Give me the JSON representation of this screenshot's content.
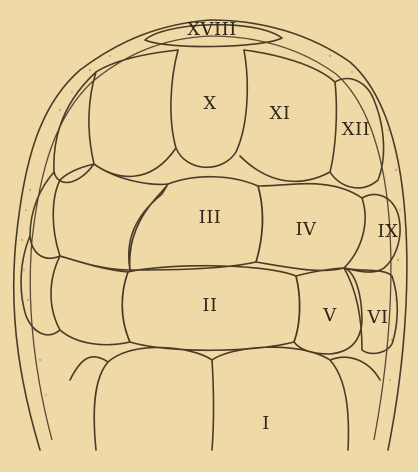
{
  "colors": {
    "paper": "#efd9a6",
    "ink": "#4a3b26",
    "text": "#2f2518"
  },
  "plates": [
    {
      "id": "I",
      "label": "I"
    },
    {
      "id": "II",
      "label": "II"
    },
    {
      "id": "III",
      "label": "III"
    },
    {
      "id": "IV",
      "label": "IV"
    },
    {
      "id": "V",
      "label": "V"
    },
    {
      "id": "VI",
      "label": "VI"
    },
    {
      "id": "IX",
      "label": "IX"
    },
    {
      "id": "X",
      "label": "X"
    },
    {
      "id": "XI",
      "label": "XI"
    },
    {
      "id": "XII",
      "label": "XII"
    },
    {
      "id": "XVIII",
      "label": "XVIII"
    }
  ]
}
